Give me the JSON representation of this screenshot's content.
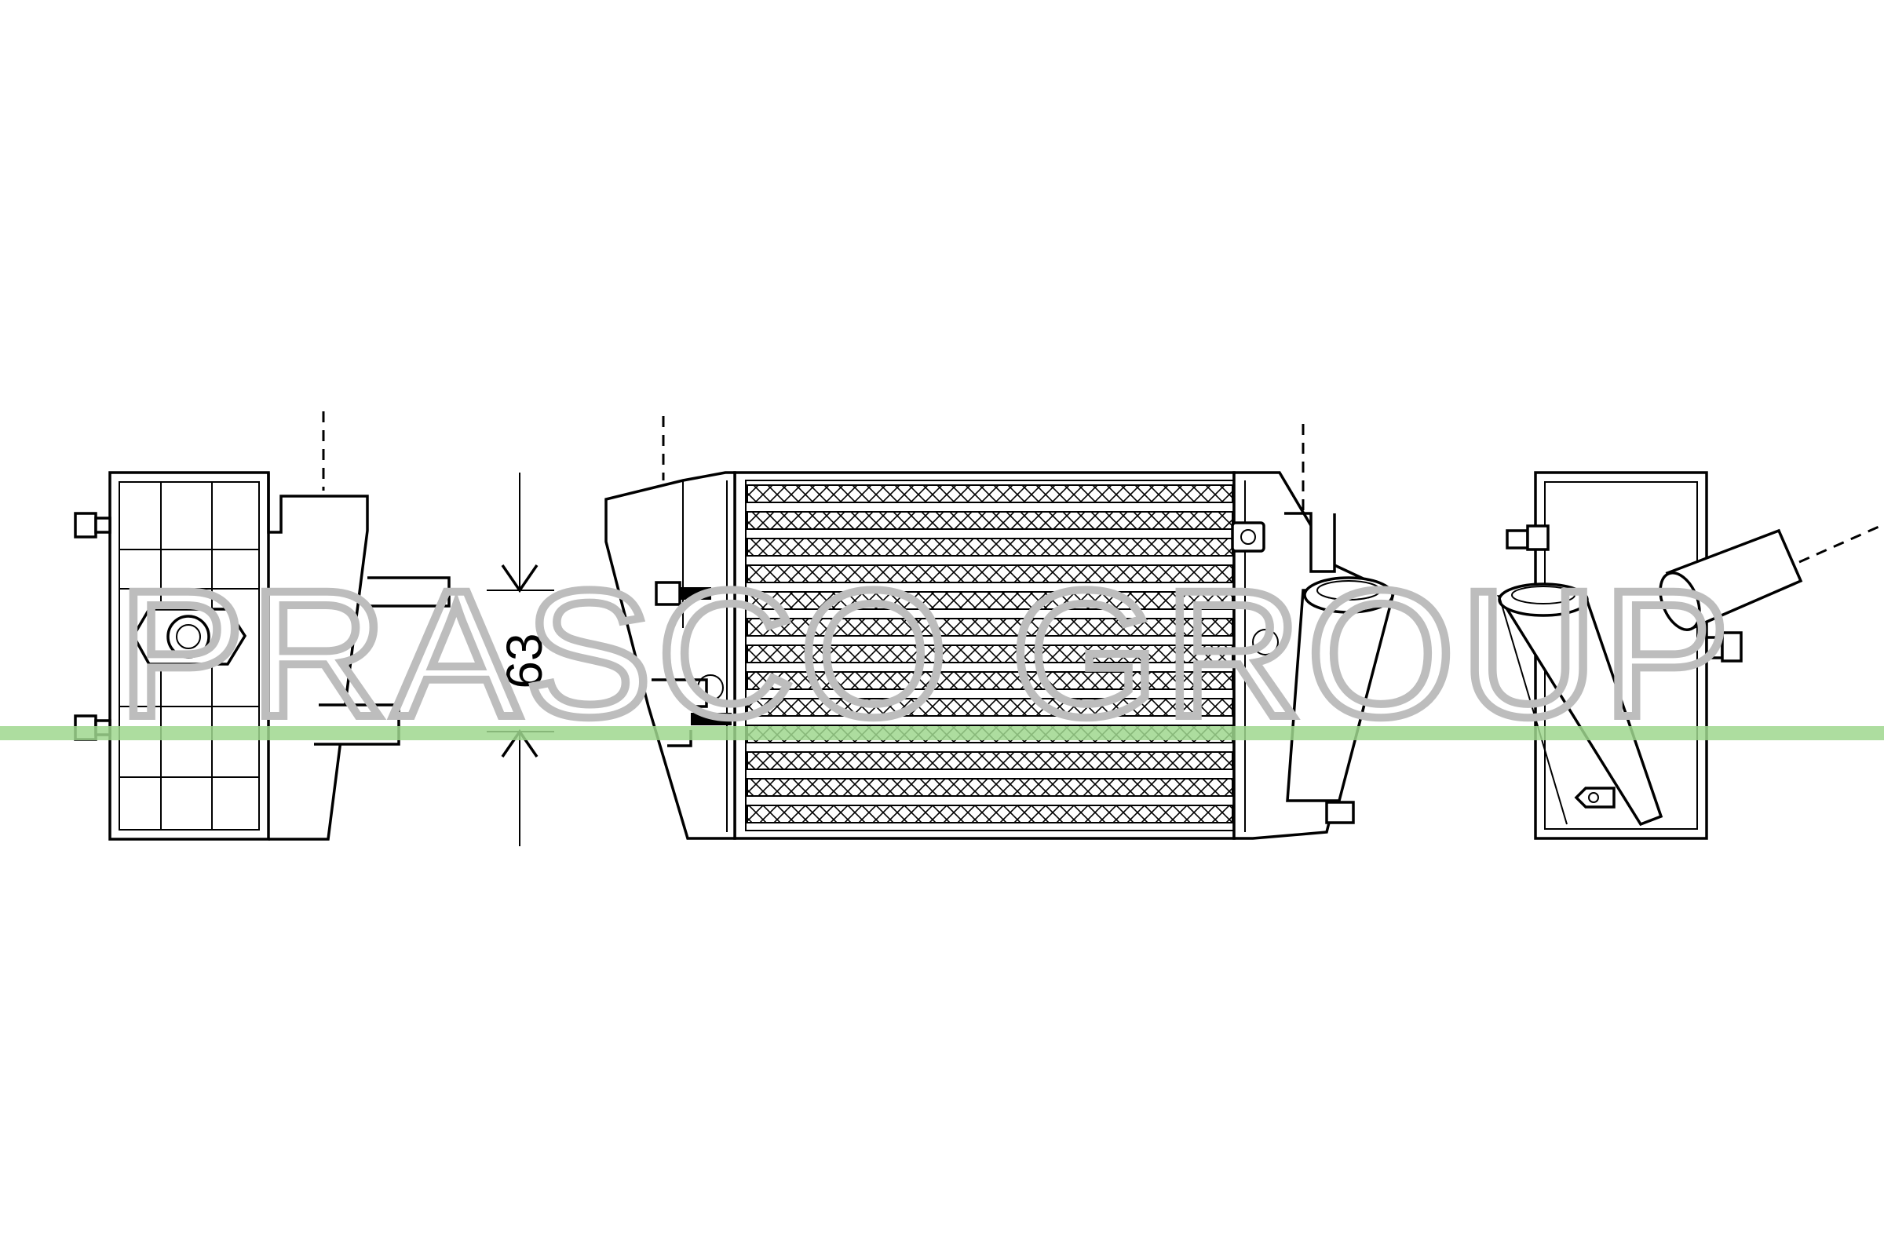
{
  "drawing": {
    "dimension_label": "63",
    "watermark_text": "PRASCO GROUP",
    "reference_line_color": "#9fd88f",
    "watermark_color": "#bdbdbd",
    "line_color": "#000000",
    "views": [
      "left-end-view",
      "front-view",
      "right-end-view"
    ]
  }
}
